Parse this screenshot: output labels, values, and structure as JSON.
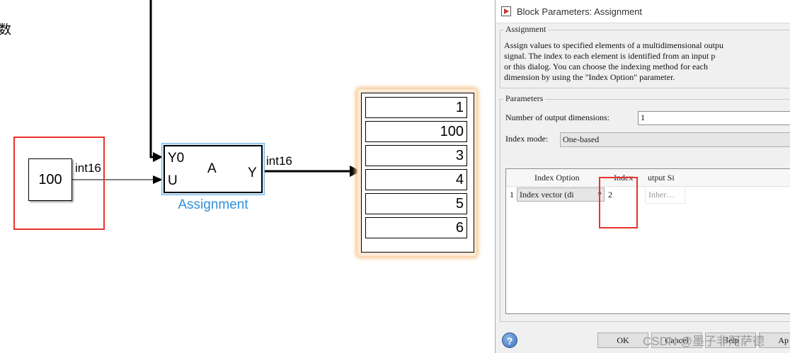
{
  "diagram": {
    "side_fragment": "数",
    "constant": {
      "value": "100",
      "signal_type": "int16"
    },
    "assignment": {
      "port_y0": "Y0",
      "port_u": "U",
      "center": "A",
      "port_y": "Y",
      "caption": "Assignment",
      "out_signal_type": "int16"
    },
    "display": {
      "values": [
        "1",
        "100",
        "3",
        "4",
        "5",
        "6"
      ]
    }
  },
  "dialog": {
    "title": "Block Parameters: Assignment",
    "group_assignment": {
      "title": "Assignment",
      "description_lines": [
        "Assign values to specified elements of a multidimensional outpu",
        "signal. The index to each element is identified from an input p",
        "or this dialog. You can choose the indexing method for each",
        "dimension by using the \"Index Option\" parameter."
      ]
    },
    "group_parameters": {
      "title": "Parameters",
      "num_dims_label": "Number of output dimensions:",
      "num_dims_value": "1",
      "index_mode_label": "Index mode:",
      "index_mode_value": "One-based"
    },
    "table": {
      "headers": [
        "Index Option",
        "Index",
        "utput Si"
      ],
      "rows": [
        {
          "num": "1",
          "option": "Index vector (di",
          "index": "2",
          "output_size": "Inher…"
        }
      ]
    },
    "buttons": {
      "ok": "OK",
      "cancel": "Cancel",
      "help": "Help",
      "apply": "Ap"
    }
  },
  "watermark": "CSDN @墨子非阿萨德",
  "colors": {
    "highlight": "#e8332c",
    "selection_blue": "#2f8fdc",
    "display_glow": "#f6c895"
  }
}
